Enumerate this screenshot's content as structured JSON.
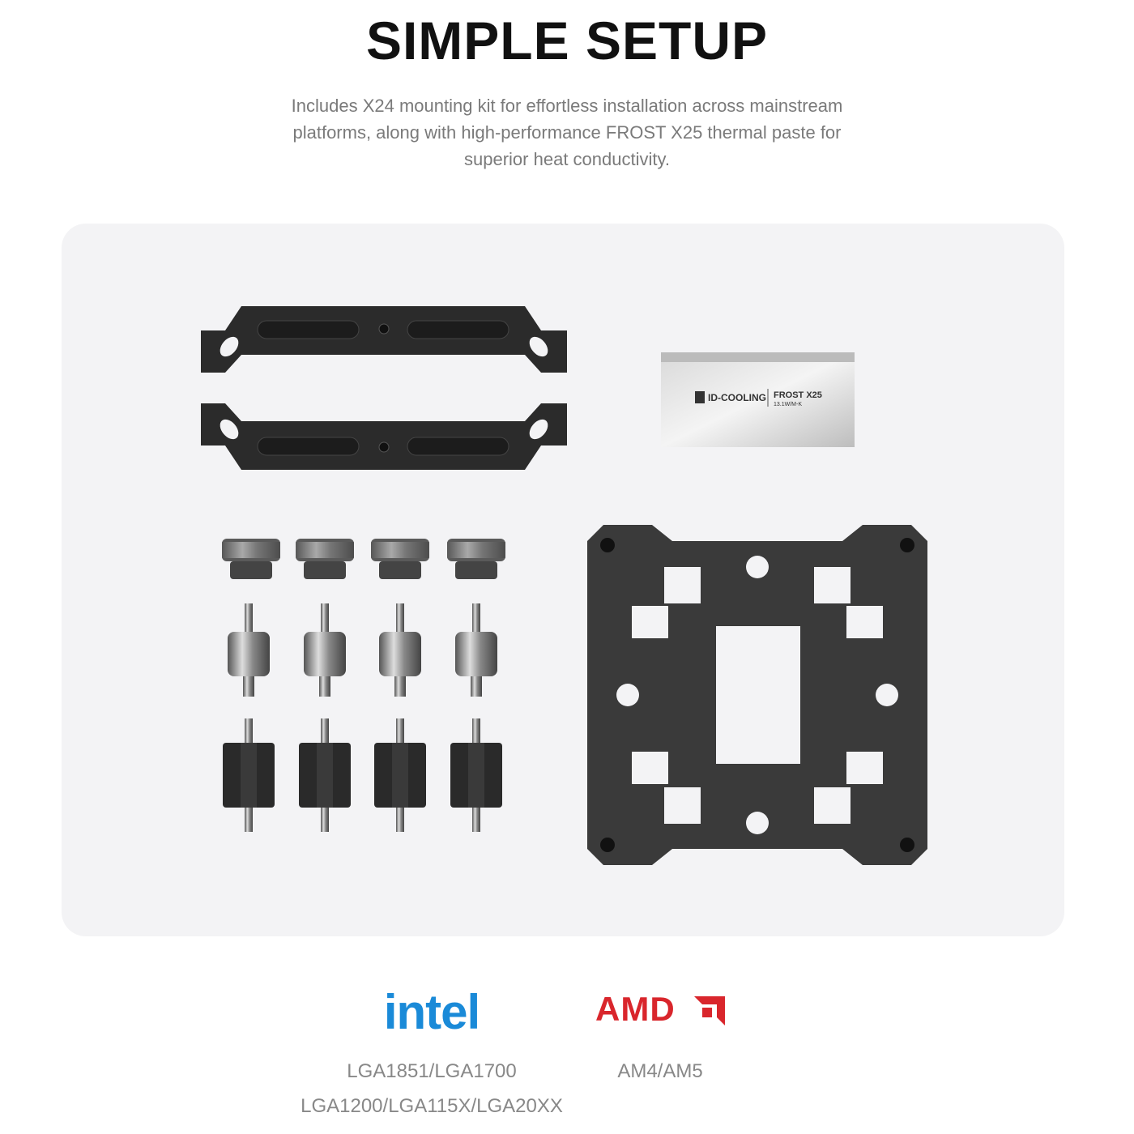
{
  "header": {
    "title": "SIMPLE SETUP",
    "subtitle": "Includes X24 mounting kit for effortless installation across mainstream platforms, along with high-performance FROST X25 thermal paste for superior heat conductivity."
  },
  "thermal_paste": {
    "brand": "ID-COOLING",
    "product": "FROST X25",
    "spec": "13.1W/M-K"
  },
  "compatibility": {
    "intel": {
      "logo": "intel",
      "color": "#1a8ad8",
      "sockets_line1": "LGA1851/LGA1700",
      "sockets_line2": "LGA1200/LGA115X/LGA20XX"
    },
    "amd": {
      "logo": "AMD",
      "color": "#d9262c",
      "sockets": "AM4/AM5"
    }
  }
}
